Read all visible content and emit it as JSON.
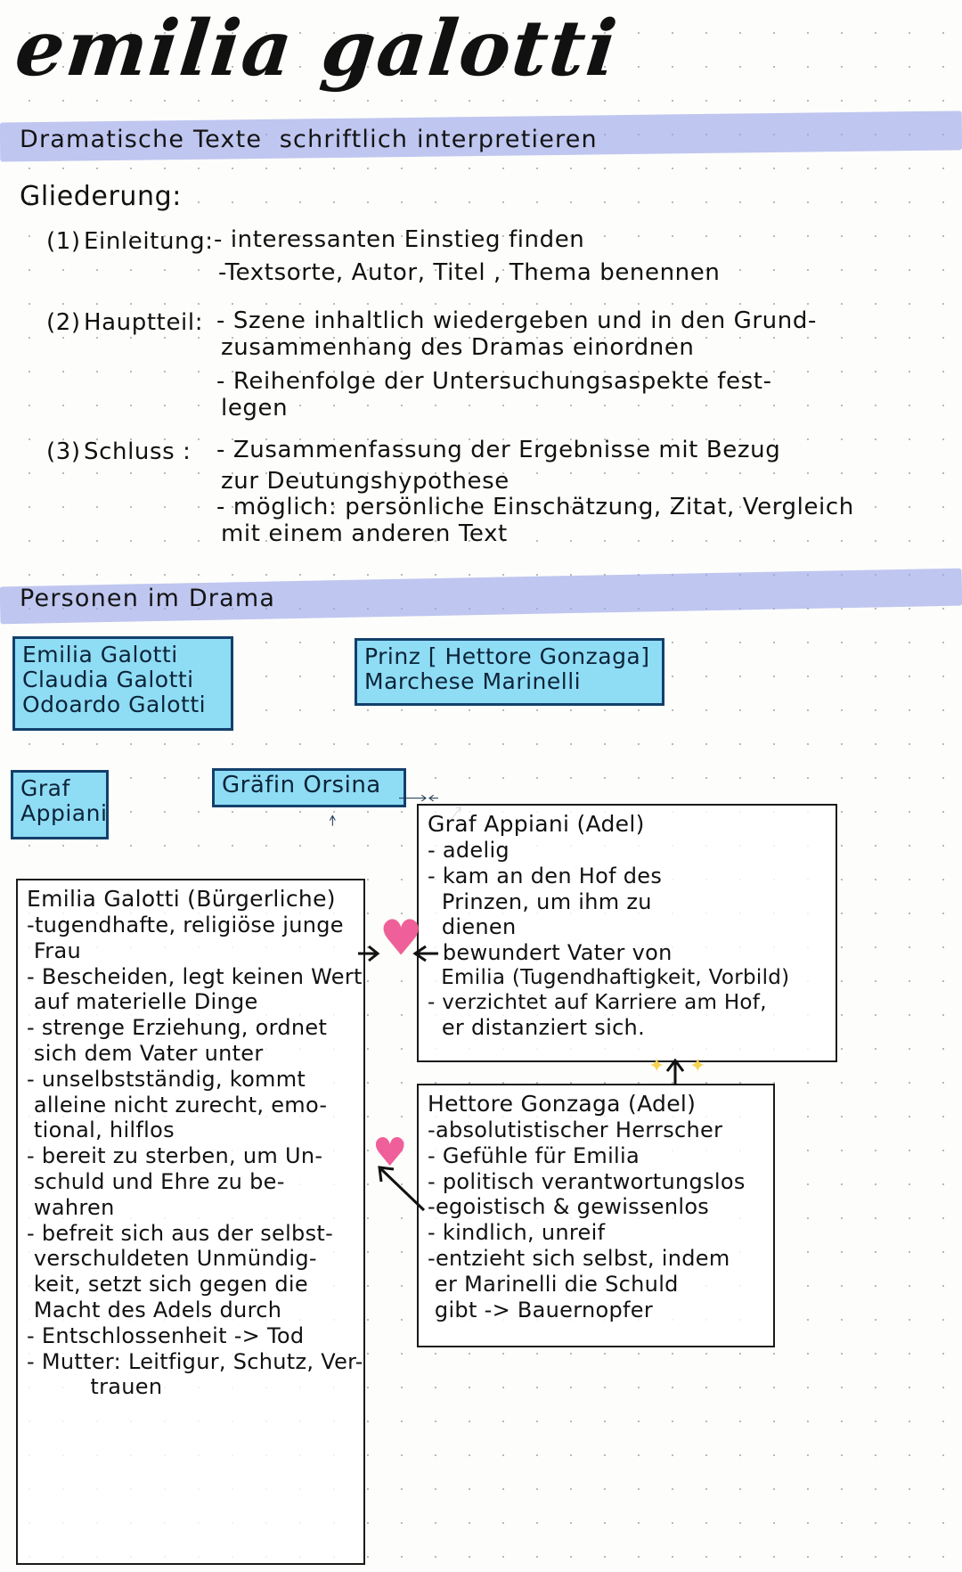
{
  "page": {
    "title": "emilia galotti",
    "paper": "dotted-grid",
    "accent_highlight": "#9aa5e8",
    "box_fill": "#8fdcf5",
    "box_border": "#13406b",
    "heart_color": "#ef5f9a",
    "spark_color": "#f7d354"
  },
  "headers": {
    "banner1": "Dramatische Texte  schriftlich interpretieren",
    "banner2": "Personen im Drama"
  },
  "gliederung": {
    "label": "Gliederung:",
    "items": [
      {
        "num": "(1)",
        "name": "Einleitung:",
        "bullets": [
          "- interessanten Einstieg finden",
          "-Textsorte, Autor, Titel , Thema benennen"
        ]
      },
      {
        "num": "(2)",
        "name": "Hauptteil:",
        "bullets": [
          "- Szene inhaltlich wiedergeben und in den Grund-",
          "zusammenhang des Dramas einordnen",
          "- Reihenfolge der Untersuchungsaspekte fest-",
          "legen"
        ]
      },
      {
        "num": "(3)",
        "name": "Schluss :",
        "bullets": [
          "- Zusammenfassung der Ergebnisse mit Bezug",
          "zur Deutungshypothese",
          "- möglich: persönliche Einschätzung, Zitat, Vergleich",
          "mit einem anderen Text"
        ]
      }
    ]
  },
  "diagram": {
    "box_galotti": [
      "Emilia Galotti",
      "Claudia Galotti",
      "Odoardo Galotti"
    ],
    "box_prinz": [
      "Prinz [ Hettore Gonzaga]",
      "Marchese Marinelli"
    ],
    "box_appiani": [
      "Graf",
      "Appiani"
    ],
    "box_orsina": [
      "Gräfin Orsina"
    ]
  },
  "profiles": {
    "emilia": {
      "heading": "Emilia Galotti (Bürgerliche)",
      "lines": [
        "-tugendhafte, religiöse junge",
        " Frau",
        "- Bescheiden, legt keinen Wert",
        " auf materielle Dinge",
        "- strenge Erziehung, ordnet",
        " sich dem Vater unter",
        "- unselbstständig, kommt",
        " alleine nicht zurecht, emo-",
        " tional, hilflos",
        "- bereit zu sterben, um Un-",
        " schuld und Ehre zu be-",
        " wahren",
        "- befreit sich aus der selbst-",
        " verschuldeten Unmündig-",
        " keit, setzt sich gegen die",
        " Macht des Adels durch",
        "- Entschlossenheit -> Tod",
        "- Mutter: Leitfigur, Schutz, Ver-",
        "         trauen"
      ]
    },
    "appiani": {
      "heading": "Graf Appiani (Adel)",
      "lines": [
        "- adelig",
        "- kam an den Hof des",
        "  Prinzen, um ihm zu",
        "  dienen",
        "- bewundert Vater von",
        "  Emilia (Tugendhaftigkeit, Vorbild)",
        "- verzichtet auf Karriere am Hof,",
        "  er distanziert sich."
      ]
    },
    "gonzaga": {
      "heading": "Hettore Gonzaga (Adel)",
      "lines": [
        "-absolutistischer Herrscher",
        "- Gefühle für Emilia",
        "- politisch verantwortungslos",
        "-egoistisch & gewissenlos",
        "- kindlich, unreif",
        "-entzieht sich selbst, indem",
        " er Marinelli die Schuld",
        " gibt -> Bauernopfer"
      ]
    }
  },
  "annotations": {
    "heart_top": "♥",
    "heart_bottom": "♥",
    "spark_left": "✦",
    "spark_right": "✦"
  }
}
